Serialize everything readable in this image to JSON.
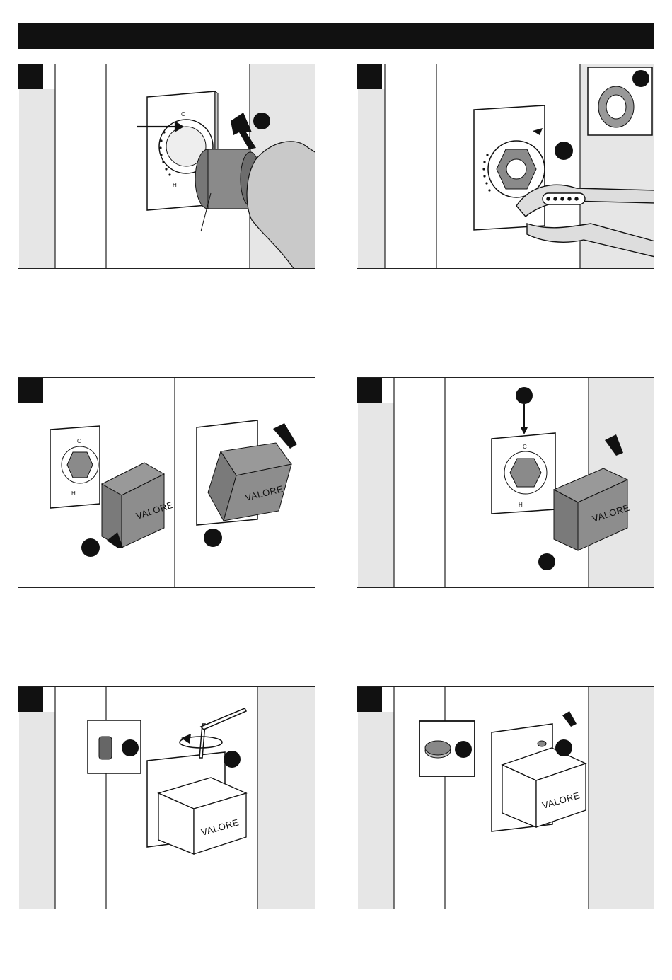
{
  "brand": "VALORE",
  "dial_letters": {
    "cold": "C",
    "hot": "H"
  },
  "panels": [
    {
      "step": "",
      "figure": "insert-cartridge"
    },
    {
      "step": "",
      "figure": "tighten-bonnet-nut-with-pliers"
    },
    {
      "step": "",
      "figure": "fit-handle"
    },
    {
      "step": "",
      "figure": "align-handle"
    },
    {
      "step": "",
      "figure": "tighten-set-screw"
    },
    {
      "step": "",
      "figure": "press-in-cap"
    }
  ]
}
